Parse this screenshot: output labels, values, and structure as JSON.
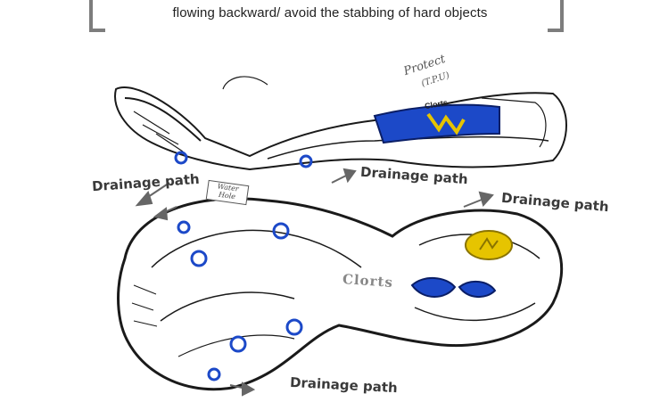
{
  "caption": "flowing backward/ avoid the stabbing of hard objects",
  "labels": {
    "drainage_left": "Drainage path",
    "drainage_center": "Drainage path",
    "drainage_right": "Drainage path",
    "drainage_bottom": "Drainage path"
  },
  "annotations": {
    "protect": "Protect",
    "tpu": "(T.P.U)",
    "water_hole": "Water Hole",
    "brand_sole": "Clorts",
    "brand_side": "Clorts"
  },
  "colors": {
    "accent_blue": "#1c49c8",
    "accent_yellow": "#e6c400",
    "ink": "#1a1a1a",
    "bracket": "#7d7d7d"
  }
}
